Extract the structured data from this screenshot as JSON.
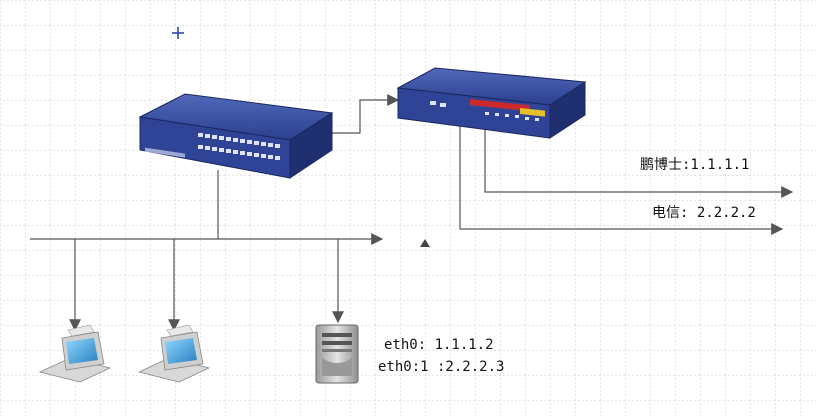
{
  "colors": {
    "grid": "#cfcfcf",
    "line": "#555555",
    "device_blue": "#2b3f8f",
    "device_dark": "#1a2760",
    "server_gray": "#bdbdbd"
  },
  "labels": {
    "isp1": "鹏博士:1.1.1.1",
    "isp2": "电信: 2.2.2.2",
    "eth0": "eth0: 1.1.1.2",
    "eth0_1": "eth0:1 :2.2.2.3"
  },
  "devices": {
    "switch": "switch-icon",
    "router": "router-icon",
    "pc1": "computer-icon",
    "pc2": "computer-icon",
    "server": "server-icon"
  }
}
